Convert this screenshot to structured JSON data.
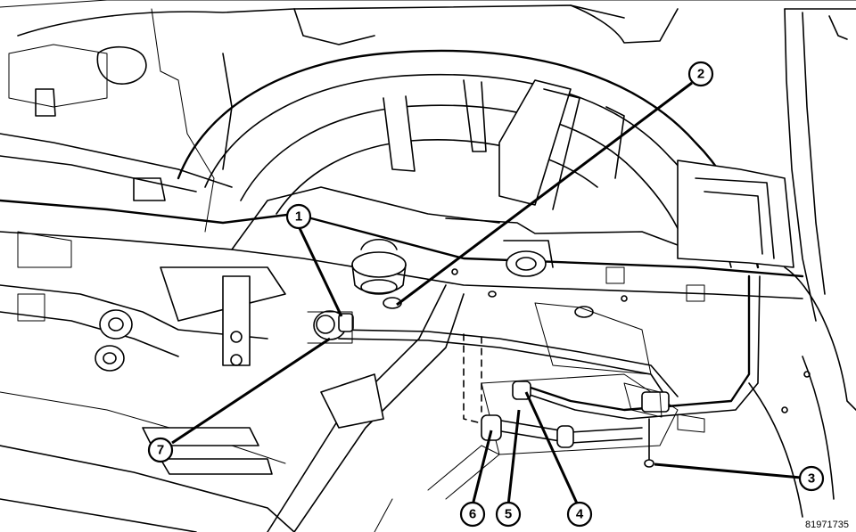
{
  "figure_id": "81971735",
  "callouts": [
    {
      "label": "1"
    },
    {
      "label": "2"
    },
    {
      "label": "3"
    },
    {
      "label": "4"
    },
    {
      "label": "5"
    },
    {
      "label": "6"
    },
    {
      "label": "7"
    }
  ]
}
